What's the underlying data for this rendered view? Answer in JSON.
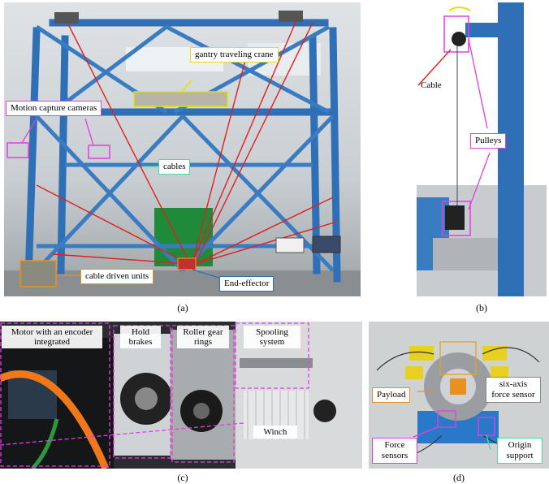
{
  "panel_a": {
    "labels": {
      "gantry": "gantry traveling crane",
      "cameras": "Motion capture cameras",
      "cables": "cables",
      "cable_units": "cable driven units",
      "end_effector": "End-effector"
    },
    "caption": "(a)"
  },
  "panel_b": {
    "labels": {
      "cable": "Cable",
      "pulleys": "Pulleys"
    },
    "caption": "(b)"
  },
  "panel_c": {
    "labels": {
      "motor": "Motor with an encoder integrated",
      "brakes": "Hold brakes",
      "roller": "Roller gear rings",
      "spooling": "Spooling system",
      "winch": "Winch"
    },
    "caption": "(c)"
  },
  "panel_d": {
    "labels": {
      "payload": "Payload",
      "sensor": "six-axis force sensor",
      "force": "Force sensors",
      "origin": "Origin support"
    },
    "caption": "(d)"
  },
  "colors": {
    "frame_blue": "#2f6fb6",
    "cable_red": "#e02020",
    "magenta": "#e040e0",
    "yellow": "#e8e000"
  }
}
